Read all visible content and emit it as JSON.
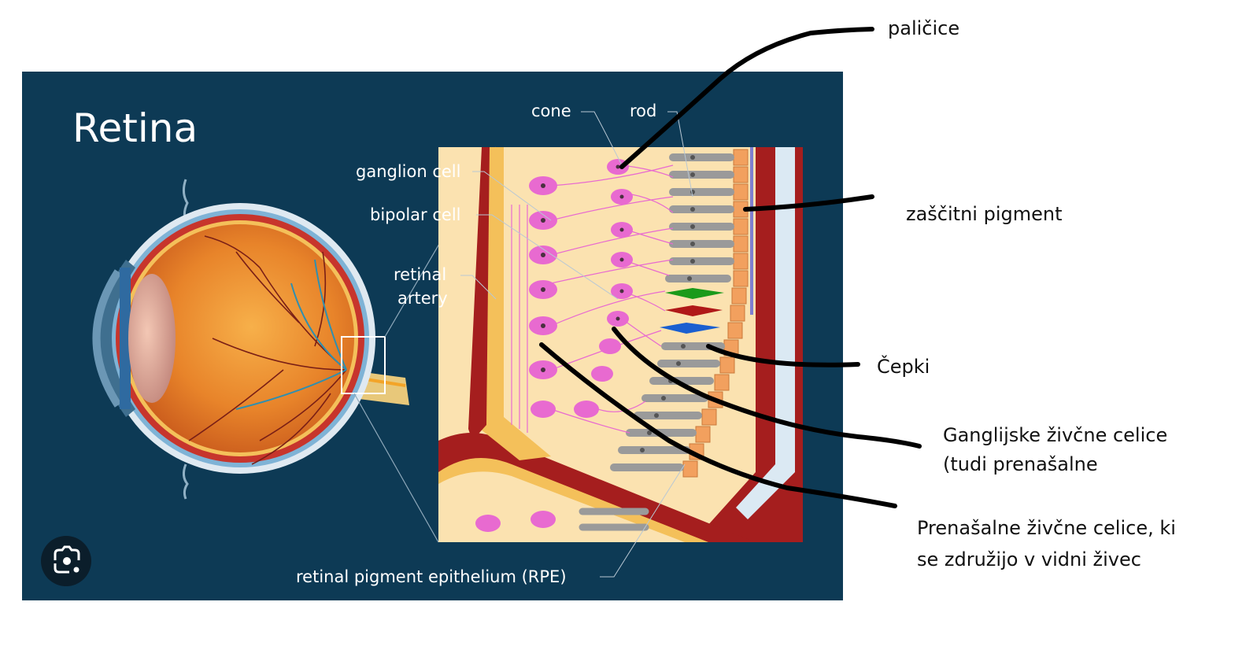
{
  "diagram": {
    "title": "Retina",
    "labels": {
      "cone": "cone",
      "rod": "rod",
      "ganglion_cell": "ganglion cell",
      "bipolar_cell": "bipolar cell",
      "retinal_artery_line1": "retinal",
      "retinal_artery_line2": "artery",
      "rpe": "retinal pigment epithelium (RPE)"
    },
    "lens_icon": "google-lens-icon"
  },
  "annotations": {
    "palicice": "paličice",
    "zascitni_pigment": "zaščitni pigment",
    "cepki": "Čepki",
    "ganglijske_line1": "Ganglijske živčne celice",
    "ganglijske_line2": "(tudi prenašalne",
    "prenasalne_line1": "Prenašalne živčne celice, ki",
    "prenasalne_line2": "se združijo v vidni živec"
  },
  "colors": {
    "panel": "#0d3a55",
    "annotation_ink": "#000000",
    "cone_green": "#1a9a1a",
    "cone_red": "#b01818",
    "cone_blue": "#1a5fd0",
    "neuron": "#e86ad0"
  }
}
